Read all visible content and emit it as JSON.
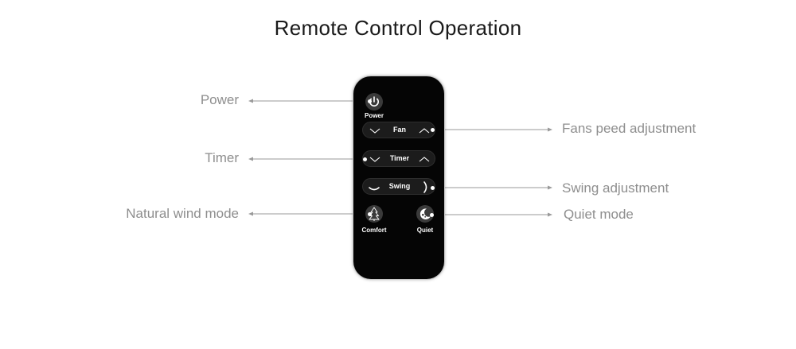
{
  "title": "Remote Control Operation",
  "callouts": {
    "power": "Power",
    "timer": "Timer",
    "natural_wind": "Natural wind mode",
    "fan_speed": "Fans peed adjustment",
    "swing": "Swing adjustment",
    "quiet": "Quiet mode"
  },
  "remote": {
    "power_label": "Power",
    "fan_label": "Fan",
    "timer_label": "Timer",
    "swing_label": "Swing",
    "comfort_label": "Comfort",
    "quiet_label": "Quiet"
  },
  "icons": [
    "power-icon",
    "chevron-down-icon",
    "chevron-up-icon",
    "swing-left-icon",
    "swing-right-icon",
    "tree-icon",
    "moon-icon"
  ],
  "colors": {
    "remote_body": "#050505",
    "button": "#3a3a3a",
    "callout_text": "#8e8e8e",
    "leader_line": "#9a9a9a"
  }
}
